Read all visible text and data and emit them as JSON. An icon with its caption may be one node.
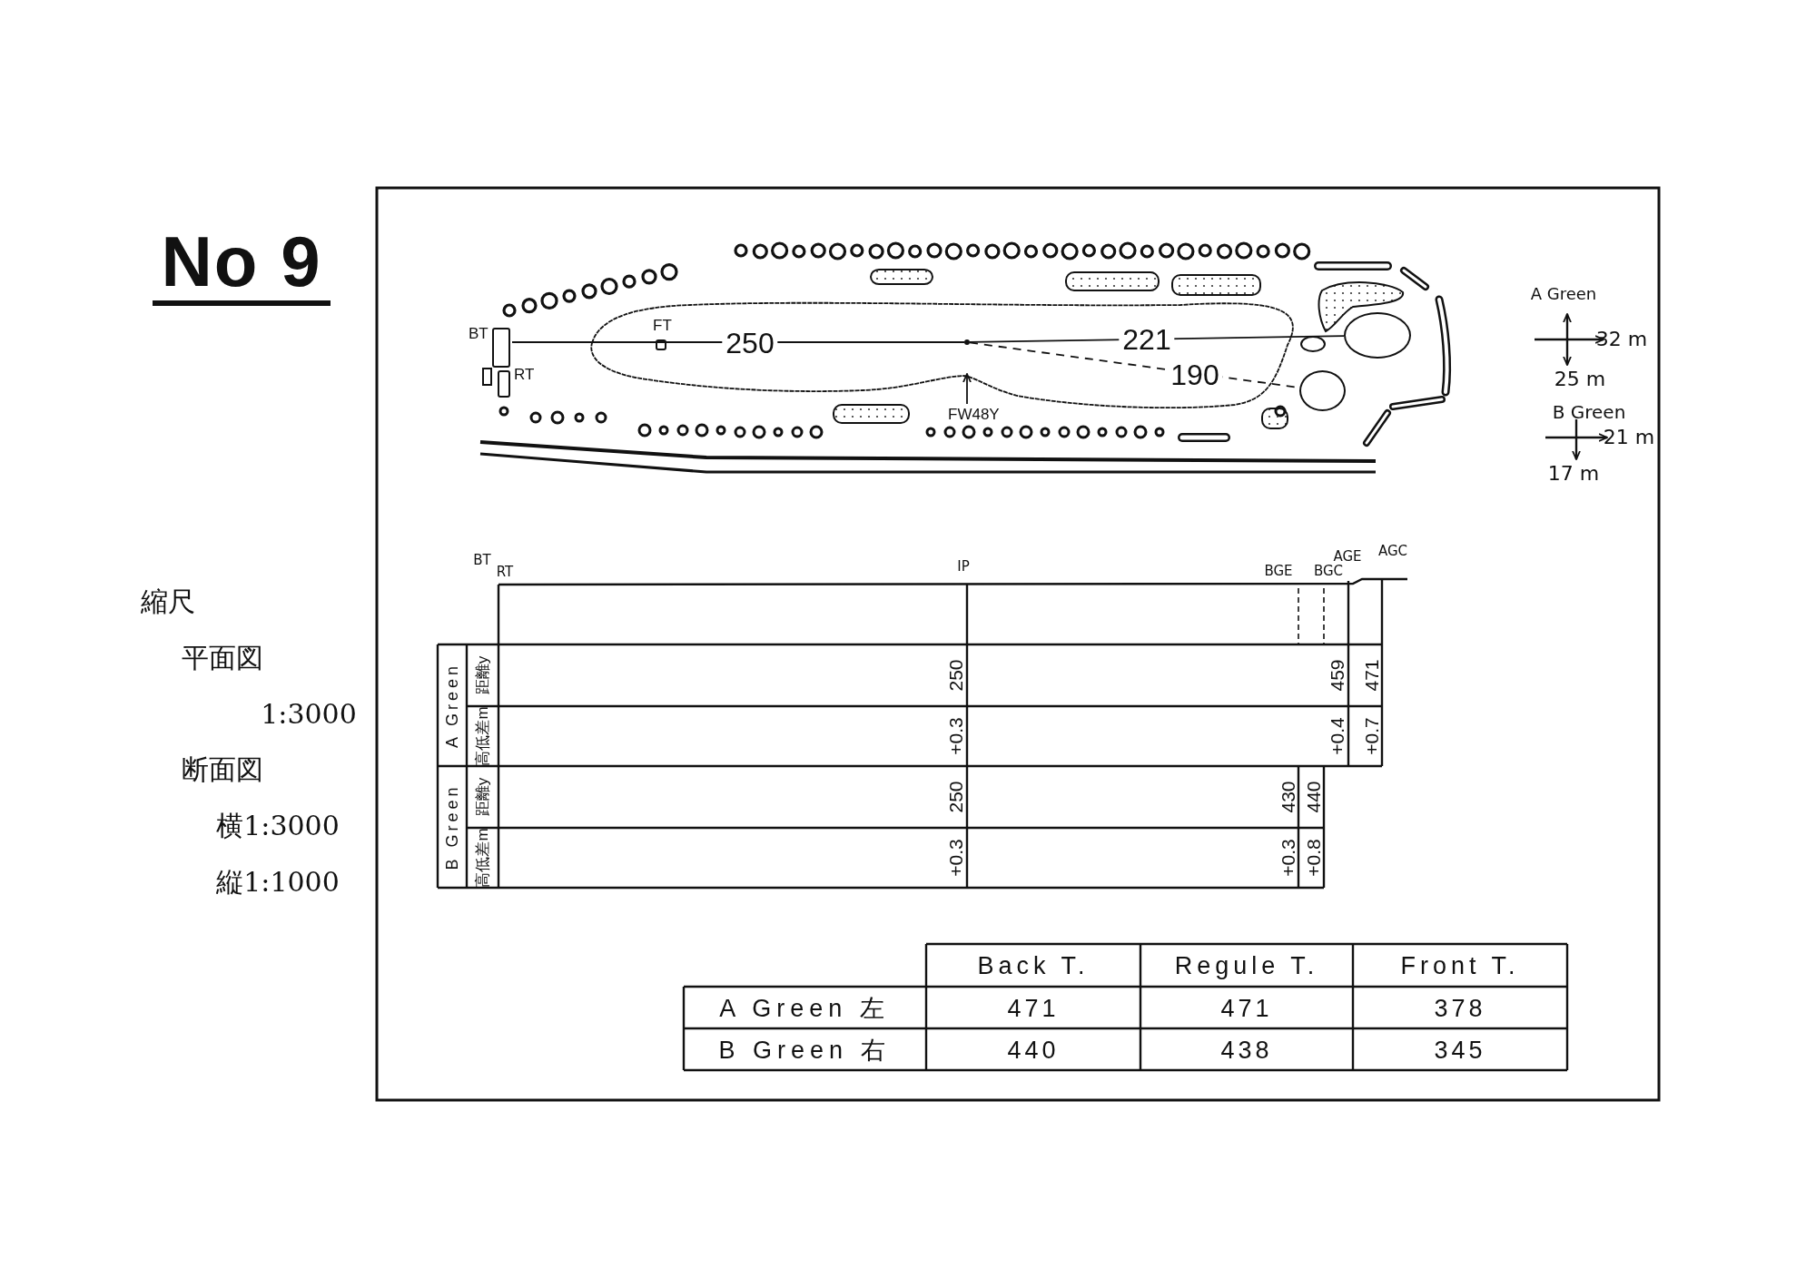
{
  "diagram": {
    "nodes": [
      {
        "text": [
          "BT"
        ]
      },
      {
        "text": [
          "RT"
        ]
      },
      {
        "text": [
          "FT"
        ]
      },
      {
        "text": [],
        "shape": "point"
      },
      {
        "text": [
          "FW48Y"
        ]
      },
      {
        "text": [],
        "shape": "circle"
      },
      {
        "text": [],
        "shape": "circle"
      }
    ],
    "edges": [
      {
        "from": 0,
        "to": 3,
        "arrow": "none",
        "label": "250"
      },
      {
        "from": 3,
        "to": 5,
        "arrow": "none",
        "label": "221"
      },
      {
        "from": 3,
        "to": 6,
        "arrow": "none",
        "label": "190",
        "style": "dashed"
      },
      {
        "from": 4,
        "to": null,
        "arrow": "to"
      }
    ],
    "labels": [
      "No 9",
      "縮尺",
      "平面図",
      "1:3000",
      "断面図",
      "横1:3000",
      "縦1:1000",
      "A Green",
      "32 m",
      "25 m",
      "B Green",
      "21 m",
      "17 m",
      "BT",
      "RT",
      "IP",
      "BGE",
      "BGC",
      "AGE",
      "AGC",
      "A Green",
      "距離y",
      "250",
      "459",
      "471",
      "高低差m",
      "+0.3",
      "+0.4",
      "+0.7",
      "B Green",
      "距離y",
      "250",
      "430",
      "440",
      "高低差m",
      "+0.3",
      "+0.3",
      "+0.8",
      "Back T.",
      "Regule T.",
      "Front T.",
      "A Green 左",
      "471",
      "471",
      "378",
      "B Green 右",
      "440",
      "438",
      "345"
    ]
  }
}
